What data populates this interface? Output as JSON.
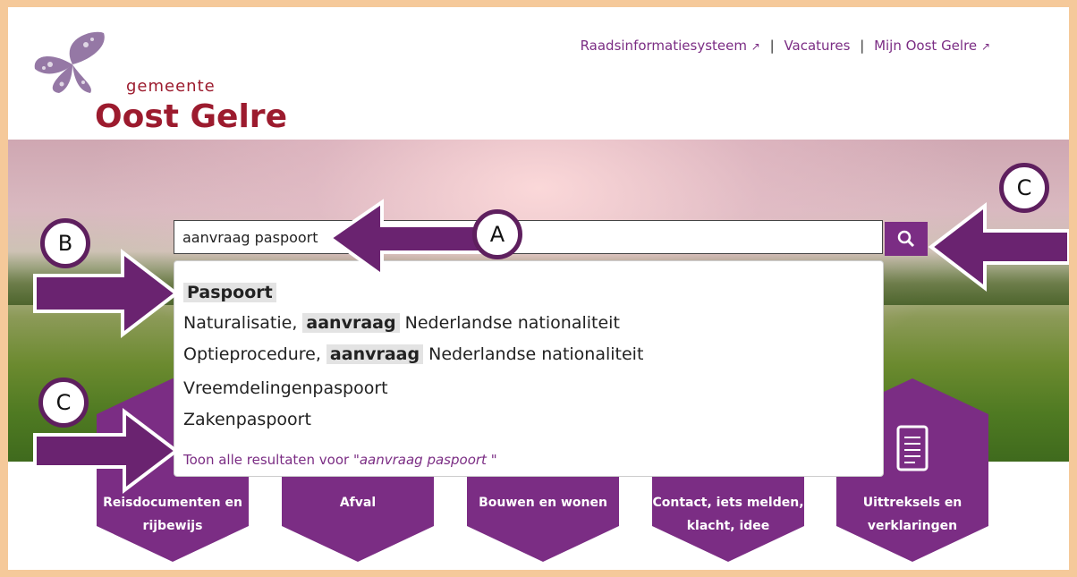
{
  "header": {
    "logo_small": "gemeente",
    "logo_big": "Oost Gelre",
    "links": [
      {
        "label": "Raadsinformatiesysteem"
      },
      {
        "label": "Vacatures"
      },
      {
        "label": "Mijn Oost Gelre"
      }
    ]
  },
  "search": {
    "value": "aanvraag paspoort",
    "button_icon": "search-icon"
  },
  "suggestions": {
    "items": [
      {
        "pre": "",
        "hl": "Paspoort",
        "post": ""
      },
      {
        "pre": "Naturalisatie,",
        "hl": "aanvraag",
        "post": "Nederlandse nationaliteit"
      },
      {
        "pre": "Optieprocedure,",
        "hl": "aanvraag",
        "post": "Nederlandse nationaliteit"
      },
      {
        "pre": "Vreemdelingenpaspoort",
        "hl": "",
        "post": ""
      },
      {
        "pre": "Zakenpaspoort",
        "hl": "",
        "post": ""
      }
    ],
    "show_all_prefix": "Toon alle resultaten voor \"",
    "show_all_query": "aanvraag paspoort",
    "show_all_suffix": " \""
  },
  "tiles": [
    {
      "line1": "Reisdocumenten en",
      "line2": "rijbewijs",
      "icon": "document-icon"
    },
    {
      "line1": "Afval",
      "line2": "",
      "icon": "trash-icon"
    },
    {
      "line1": "Bouwen en wonen",
      "line2": "",
      "icon": "house-icon"
    },
    {
      "line1": "Contact, iets melden,",
      "line2": "klacht, idee",
      "icon": "chat-icon"
    },
    {
      "line1": "Uittreksels en",
      "line2": "verklaringen",
      "icon": "scroll-icon"
    }
  ],
  "annotations": {
    "a": "A",
    "b": "B",
    "c_top": "C",
    "c_bottom": "C"
  },
  "colors": {
    "brand_purple": "#7b2d84",
    "logo_red": "#9c1b2e",
    "frame": "#f5c99a",
    "arrow": "#6a2370"
  }
}
